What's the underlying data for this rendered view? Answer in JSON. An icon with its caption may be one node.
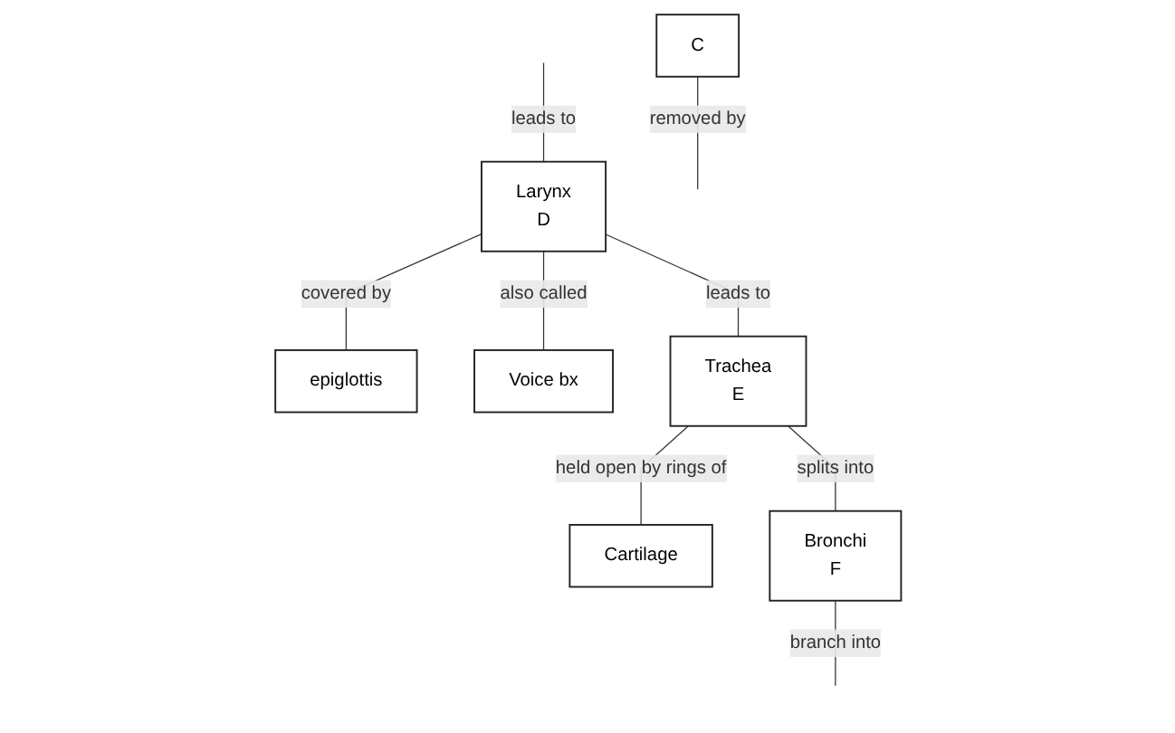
{
  "diagram": {
    "nodes": [
      {
        "text": [
          "Larynx",
          "D"
        ]
      },
      {
        "text": [
          "epiglottis"
        ]
      },
      {
        "text": [
          "Voice bx"
        ]
      },
      {
        "text": [
          "Trachea",
          "E"
        ]
      },
      {
        "text": [
          "Cartilage"
        ]
      },
      {
        "text": [
          "Bronchi",
          "F"
        ]
      },
      {
        "text": [
          "C"
        ]
      }
    ],
    "edges": [
      {
        "from": null,
        "to": 0,
        "arrow": "none",
        "label": "leads to"
      },
      {
        "from": 0,
        "to": 1,
        "arrow": "none",
        "label": "covered by"
      },
      {
        "from": 0,
        "to": 2,
        "arrow": "none",
        "label": "also called"
      },
      {
        "from": 0,
        "to": 3,
        "arrow": "none",
        "label": "leads to"
      },
      {
        "from": 3,
        "to": 4,
        "arrow": "none",
        "label": "held open by rings of"
      },
      {
        "from": 3,
        "to": 5,
        "arrow": "none",
        "label": "splits into"
      },
      {
        "from": 5,
        "to": null,
        "arrow": "none",
        "label": "branch into"
      },
      {
        "from": 6,
        "to": null,
        "arrow": "none",
        "label": "removed by"
      }
    ]
  }
}
